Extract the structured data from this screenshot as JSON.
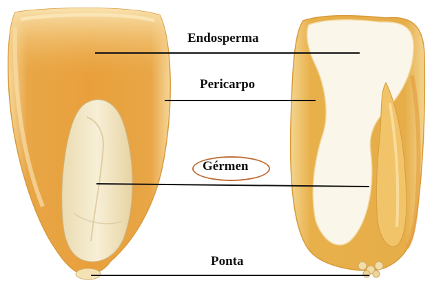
{
  "labels": {
    "endosperma": "Endosperma",
    "pericarpo": "Pericarpo",
    "germen": "Gérmen",
    "ponta": "Ponta"
  },
  "colors": {
    "endosperm_orange": "#e9a844",
    "endosperm_light": "#f5cf7c",
    "germ_cream": "#f3e8c4",
    "white_endosperm": "#fbf6ea",
    "pericarp_edge": "#d99a3a",
    "germen_highlight": "#c0703a",
    "leader_line": "#111111"
  }
}
